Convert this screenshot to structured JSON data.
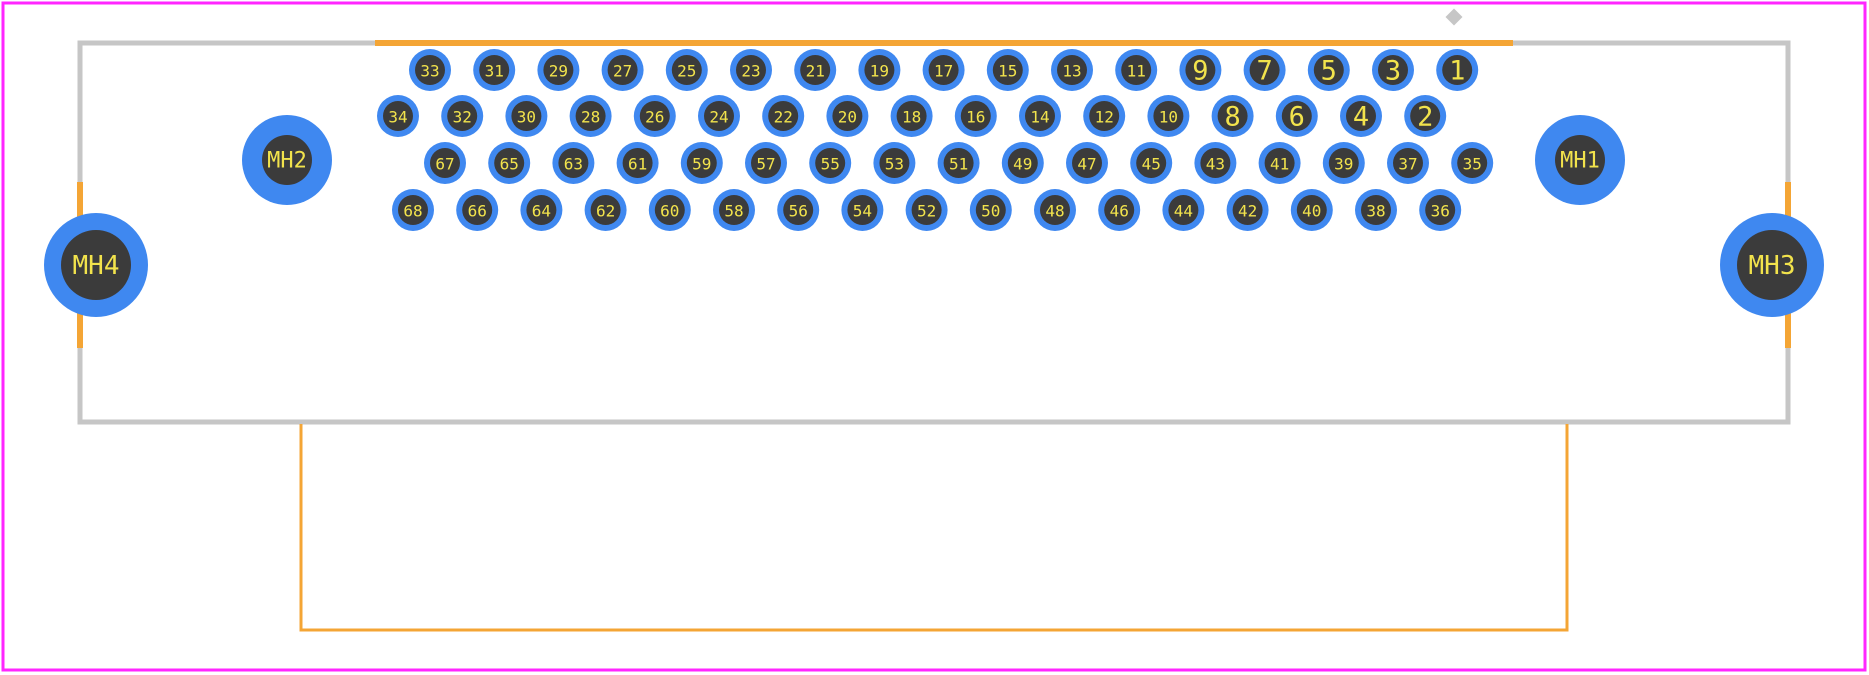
{
  "colors": {
    "board_border": "#ff26ff",
    "silkscreen": "#c6c6c6",
    "courtyard": "#f4a535",
    "pad_ring": "#3f88f0",
    "pad_hole": "#3b3b3b",
    "label": "#f2e34c"
  },
  "pins": {
    "row1": [
      "33",
      "31",
      "29",
      "27",
      "25",
      "23",
      "21",
      "19",
      "17",
      "15",
      "13",
      "11",
      "9",
      "7",
      "5",
      "3",
      "1"
    ],
    "row2": [
      "34",
      "32",
      "30",
      "28",
      "26",
      "24",
      "22",
      "20",
      "18",
      "16",
      "14",
      "12",
      "10",
      "8",
      "6",
      "4",
      "2"
    ],
    "row3": [
      "67",
      "65",
      "63",
      "61",
      "59",
      "57",
      "55",
      "53",
      "51",
      "49",
      "47",
      "45",
      "43",
      "41",
      "39",
      "37",
      "35"
    ],
    "row4": [
      "68",
      "66",
      "64",
      "62",
      "60",
      "58",
      "56",
      "54",
      "52",
      "50",
      "48",
      "46",
      "44",
      "42",
      "40",
      "38",
      "36"
    ]
  },
  "mounting_holes": {
    "mh1": "MH1",
    "mh2": "MH2",
    "mh3": "MH3",
    "mh4": "MH4"
  }
}
